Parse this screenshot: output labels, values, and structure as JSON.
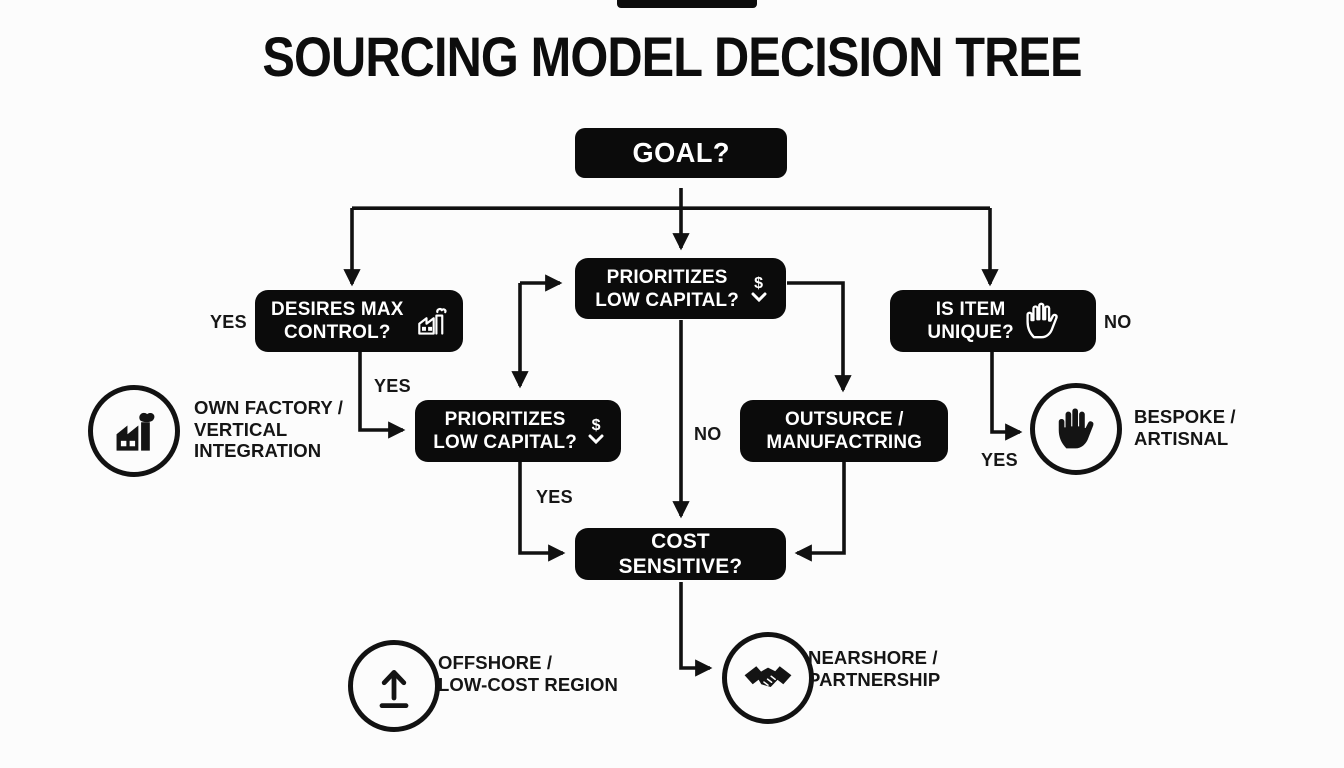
{
  "title": "SOURCING MODEL DECISION TREE",
  "colors": {
    "node_background": "#0b0b0b",
    "node_text": "#ffffff",
    "connector_line": "#111111",
    "page_background": "#fcfcfc"
  },
  "decision_nodes": {
    "goal": "GOAL?",
    "desires_max_control": "DESIRES MAX\nCONTROL?",
    "prioritizes_low_capital_top": "PRIORITIZES\nLOW CAPITAL?",
    "is_item_unique": "IS ITEM\nUNIQUE?",
    "prioritizes_low_capital_mid": "PRIORITIZES\nLOW CAPITAL?",
    "outsource_manufacturing": "OUTSURCE /\nMANUFACTRING",
    "cost_sensitive": "COST SENSITIVE?"
  },
  "branch_labels": {
    "desires_yes_left": "YES",
    "desires_yes_down": "YES",
    "capital_no_center": "NO",
    "capital_yes_down": "YES",
    "unique_no_right": "NO",
    "unique_yes_down": "YES"
  },
  "outcomes": {
    "own_factory": "OWN FACTORY /\nVERTICAL\nINTEGRATION",
    "bespoke": "BESPOKE /\nARTISNAL",
    "offshore": "OFFSHORE /\nLOW-COST REGION",
    "nearshore": "NEARSHORE /\nPARTNERSHIP"
  },
  "icons": {
    "desires_max_control": "factory-icon",
    "prioritizes_low_capital": "dollar-decrease-icon",
    "is_item_unique": "hand-icon",
    "own_factory": "factory-icon",
    "bespoke": "hand-icon",
    "offshore": "arrow-up-from-line-icon",
    "nearshore": "handshake-icon"
  }
}
